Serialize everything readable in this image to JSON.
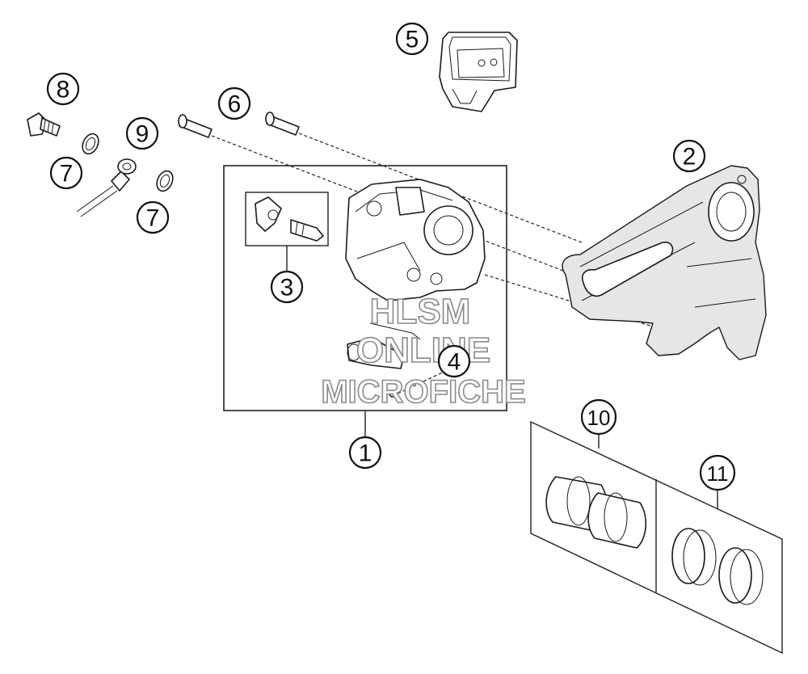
{
  "callouts": {
    "c1": "1",
    "c2": "2",
    "c3": "3",
    "c4": "4",
    "c5": "5",
    "c6": "6",
    "c7a": "7",
    "c7b": "7",
    "c8": "8",
    "c9": "9",
    "c10": "10",
    "c11": "11"
  },
  "watermark": {
    "line1": "HLSM",
    "line2": "ONLINE",
    "line3": "MICROFICHE"
  },
  "colors": {
    "ink": "#1a1a1a",
    "watermark_outline": "#8a8a8a"
  }
}
